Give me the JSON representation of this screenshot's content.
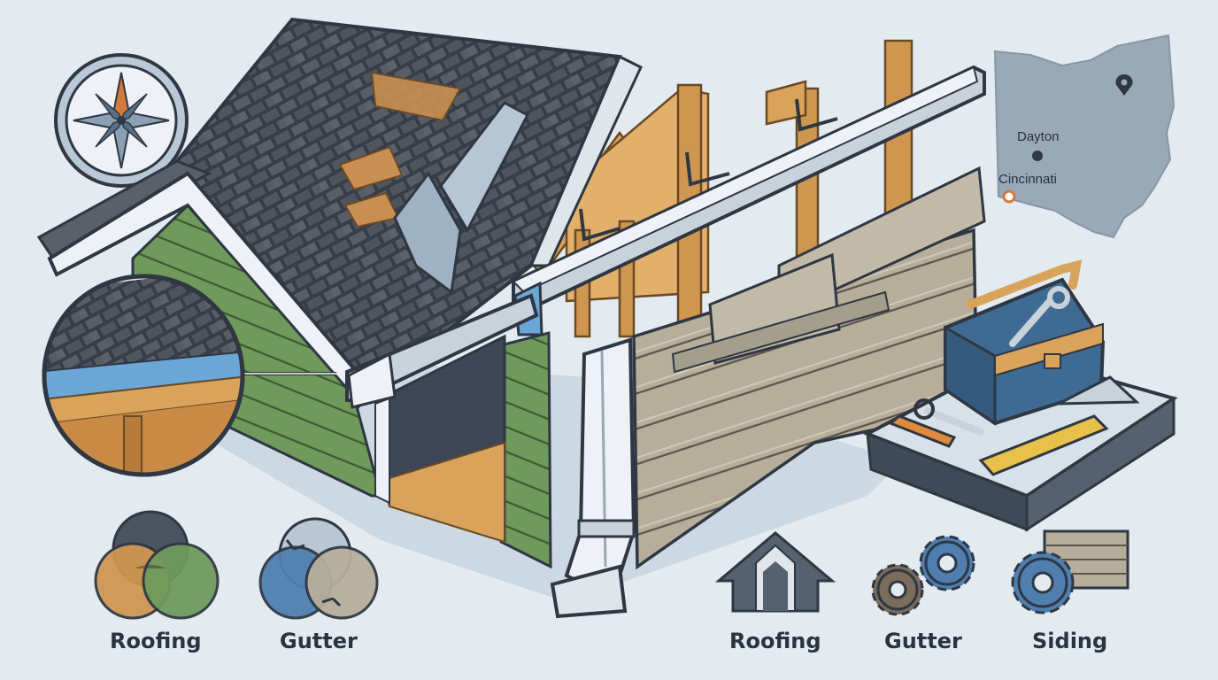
{
  "map": {
    "cities": [
      "Dayton",
      "Cincinnati"
    ],
    "pin_icon": "location-pin-icon"
  },
  "legend": {
    "left": [
      {
        "label": "Roofing",
        "icon": "venn-circles-icon"
      },
      {
        "label": "Gutter",
        "icon": "cycle-circles-icon"
      }
    ],
    "right": [
      {
        "label": "Roofing",
        "icon": "house-icon"
      },
      {
        "label": "Gutter",
        "icon": "gears-icon"
      },
      {
        "label": "Siding",
        "icon": "siding-gear-icon"
      }
    ]
  },
  "icons": [
    "compass-icon",
    "toolbox-icon",
    "wrench-icon",
    "pencil-icon",
    "ruler-icon",
    "triangle-ruler-icon"
  ],
  "colors": {
    "background": "#e3ebf1",
    "shingle": "#4b5058",
    "siding_green": "#6f9a5c",
    "siding_tan": "#b6ae9b",
    "wood": "#d9a35c",
    "gutter": "#c9d2db",
    "toolbox_blue": "#3f6a93",
    "outline": "#2f3743"
  }
}
